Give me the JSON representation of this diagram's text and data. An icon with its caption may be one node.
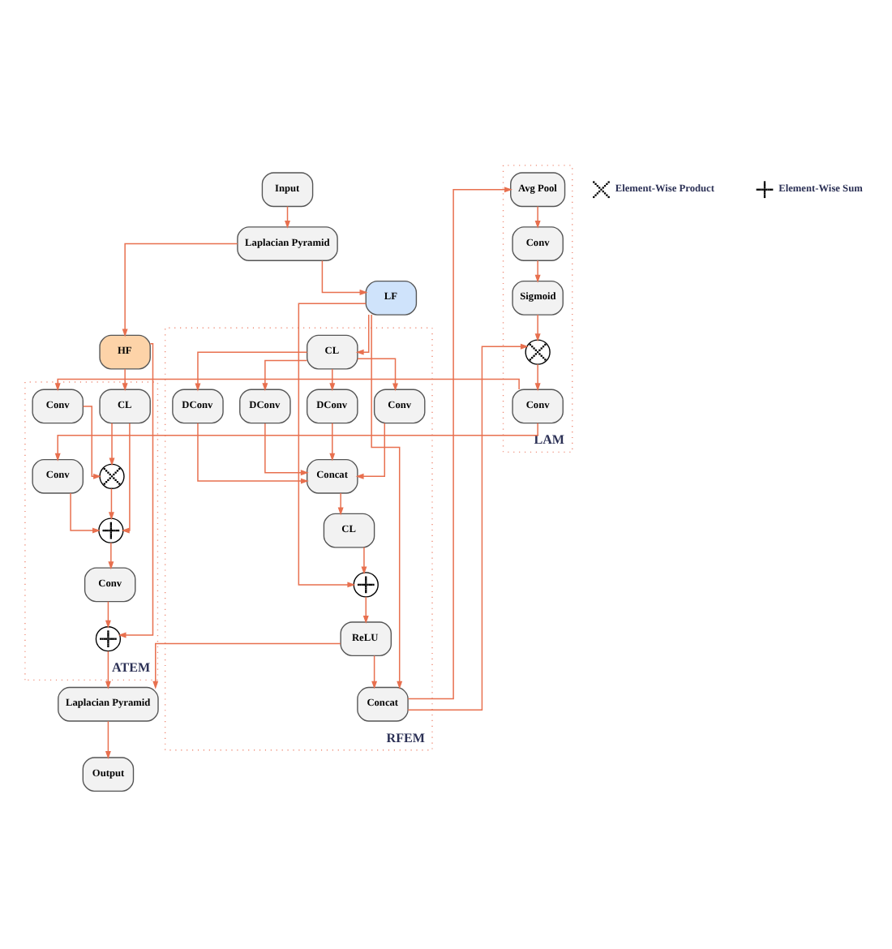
{
  "diagram": {
    "nodes": [
      {
        "text": [
          "Input"
        ]
      },
      {
        "text": [
          "Laplacian Pyramid"
        ]
      },
      {
        "text": [
          "HF"
        ]
      },
      {
        "text": [
          "LF"
        ]
      },
      {
        "text": [
          "ATEM"
        ]
      },
      {
        "text": [
          "LAM"
        ]
      },
      {
        "text": [
          "RFEM"
        ]
      },
      {
        "text": [
          "CL"
        ],
        "in": 4
      },
      {
        "text": [],
        "shape": "circle",
        "in": 4
      },
      {
        "text": [
          "Conv"
        ],
        "in": 4
      },
      {
        "text": [],
        "shape": "circle",
        "in": 4
      },
      {
        "text": [
          "Conv"
        ],
        "in": 4
      },
      {
        "text": [
          "Conv"
        ],
        "in": 4
      },
      {
        "text": [],
        "shape": "circle",
        "in": 4
      },
      {
        "text": [
          "Conv"
        ],
        "in": 5
      },
      {
        "text": [],
        "shape": "circle",
        "in": 5
      },
      {
        "text": [
          "Sigmoid"
        ],
        "in": 5
      },
      {
        "text": [
          "Conv"
        ],
        "in": 5
      },
      {
        "text": [
          "Avg Pool"
        ],
        "in": 5
      },
      {
        "text": [
          "CL"
        ],
        "in": 6
      },
      {
        "text": [
          "DConv"
        ],
        "in": 6
      },
      {
        "text": [
          "DConv"
        ],
        "in": 6
      },
      {
        "text": [
          "DConv"
        ],
        "in": 6
      },
      {
        "text": [
          "Concat"
        ],
        "in": 6
      },
      {
        "text": [
          "Conv"
        ],
        "in": 6
      },
      {
        "text": [
          "Concat"
        ],
        "in": 6
      },
      {
        "text": [
          "CL"
        ],
        "in": 6
      },
      {
        "text": [],
        "shape": "circle",
        "in": 6
      },
      {
        "text": [
          "ReLU"
        ],
        "in": 6
      },
      {
        "text": [
          "Laplacian Pyramid"
        ]
      },
      {
        "text": [
          "Output"
        ]
      }
    ],
    "edges": [
      {
        "from": 0,
        "to": 1,
        "arrow": "to"
      },
      {
        "from": 1,
        "to": 2,
        "arrow": "to"
      },
      {
        "from": 1,
        "to": 3,
        "arrow": "to"
      },
      {
        "from": 2,
        "to": 7,
        "arrow": "to"
      },
      {
        "from": 2,
        "to": 13,
        "arrow": "to"
      },
      {
        "from": 7,
        "to": 8,
        "arrow": "to"
      },
      {
        "from": 7,
        "to": 10,
        "arrow": "to"
      },
      {
        "from": 9,
        "to": 8,
        "arrow": "to"
      },
      {
        "from": 11,
        "to": 10,
        "arrow": "to"
      },
      {
        "from": 8,
        "to": 10,
        "arrow": "to"
      },
      {
        "from": 10,
        "to": 12,
        "arrow": "to"
      },
      {
        "from": 12,
        "to": 13,
        "arrow": "to"
      },
      {
        "from": 14,
        "to": 9,
        "arrow": "to"
      },
      {
        "from": 14,
        "to": 11,
        "arrow": "to"
      },
      {
        "from": 18,
        "to": 17,
        "arrow": "to"
      },
      {
        "from": 17,
        "to": 16,
        "arrow": "to"
      },
      {
        "from": 16,
        "to": 15,
        "arrow": "to"
      },
      {
        "from": 15,
        "to": 14,
        "arrow": "to"
      },
      {
        "from": 25,
        "to": 18,
        "arrow": "to"
      },
      {
        "from": 25,
        "to": 15,
        "arrow": "to"
      },
      {
        "from": 3,
        "to": 19,
        "arrow": "to"
      },
      {
        "from": 3,
        "to": 25,
        "arrow": "to"
      },
      {
        "from": 3,
        "to": 27,
        "arrow": "to"
      },
      {
        "from": 19,
        "to": 20,
        "arrow": "to"
      },
      {
        "from": 19,
        "to": 21,
        "arrow": "to"
      },
      {
        "from": 19,
        "to": 22,
        "arrow": "to"
      },
      {
        "from": 19,
        "to": 24,
        "arrow": "to"
      },
      {
        "from": 20,
        "to": 23,
        "arrow": "to"
      },
      {
        "from": 21,
        "to": 23,
        "arrow": "to"
      },
      {
        "from": 22,
        "to": 23,
        "arrow": "to"
      },
      {
        "from": 24,
        "to": 23,
        "arrow": "to"
      },
      {
        "from": 23,
        "to": 26,
        "arrow": "to"
      },
      {
        "from": 26,
        "to": 27,
        "arrow": "to"
      },
      {
        "from": 27,
        "to": 28,
        "arrow": "to"
      },
      {
        "from": 28,
        "to": 25,
        "arrow": "to"
      },
      {
        "from": 13,
        "to": 29,
        "arrow": "to"
      },
      {
        "from": 28,
        "to": 29,
        "arrow": "to"
      },
      {
        "from": 29,
        "to": 30,
        "arrow": "to"
      }
    ],
    "legend": [
      {
        "text": "Element-Wise Product"
      },
      {
        "text": "Element-Wise Sum"
      }
    ]
  }
}
